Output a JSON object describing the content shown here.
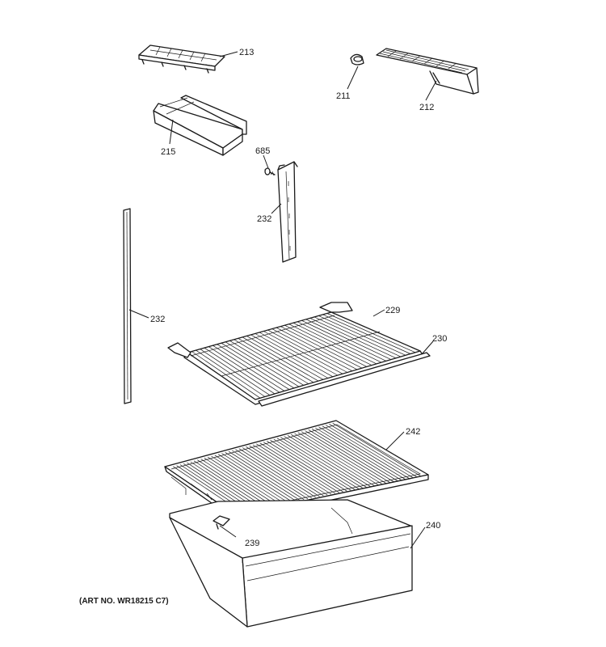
{
  "callouts": {
    "p213": "213",
    "p211": "211",
    "p212": "212",
    "p215": "215",
    "p685": "685",
    "p232a": "232",
    "p232b": "232",
    "p229": "229",
    "p230": "230",
    "p242": "242",
    "p239": "239",
    "p240": "240"
  },
  "art_number": "(ART NO. WR18215 C7)"
}
